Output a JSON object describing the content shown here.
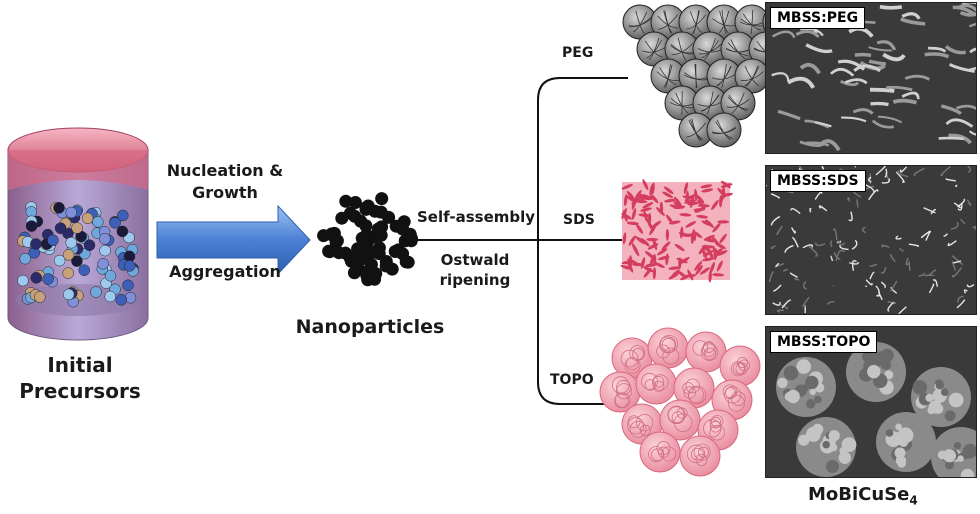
{
  "precursors_label": [
    "Initial",
    "Precursors"
  ],
  "arrow_top_label": [
    "Nucleation &",
    "Growth"
  ],
  "arrow_bottom_label": "Aggregation",
  "nanoparticles_label": "Nanoparticles",
  "branch_label_top": "Self-assembly",
  "branch_label_bottom": [
    "Ostwald",
    "ripening"
  ],
  "surfactants": [
    {
      "name": "PEG",
      "sem_label": "MBSS:PEG",
      "color": "#7d7d7d"
    },
    {
      "name": "SDS",
      "sem_label": "MBSS:SDS",
      "color": "#e8647a"
    },
    {
      "name": "TOPO",
      "sem_label": "MBSS:TOPO",
      "color": "#f0a0ad"
    }
  ],
  "product_label": "MoBiCuSe",
  "product_subscript": "4",
  "colors": {
    "arrow": "#4a7fd0",
    "beaker_top": "#c84a68",
    "beaker_body": "#a9b8e0",
    "particle": "#111111",
    "sem_bg": "#3a3a3a"
  }
}
